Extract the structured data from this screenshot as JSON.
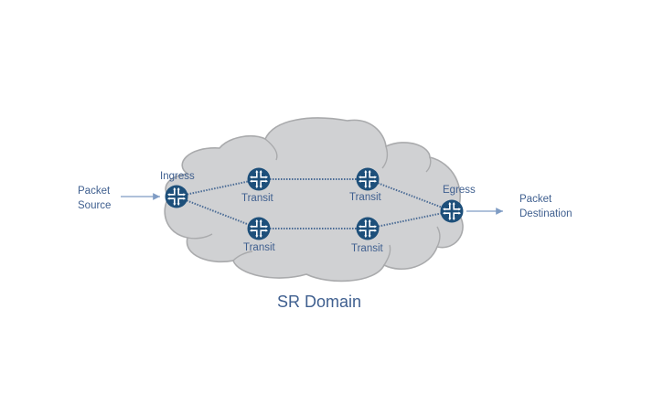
{
  "diagram": {
    "title": "SR Domain",
    "colors": {
      "router_fill": "#1d4f7a",
      "router_glyph": "#ffffff",
      "cloud_fill": "#d0d1d3",
      "cloud_stroke": "#a9aaac",
      "link": "#4a6b95",
      "arrow": "#7f9cc4",
      "text": "#3f5f8f"
    },
    "source": {
      "line1": "Packet",
      "line2": "Source"
    },
    "destination": {
      "line1": "Packet",
      "line2": "Destination"
    },
    "nodes": [
      {
        "id": "ingress",
        "label": "Ingress",
        "role": "ingress",
        "icon": "router-icon"
      },
      {
        "id": "transit-1",
        "label": "Transit",
        "role": "transit",
        "icon": "router-icon"
      },
      {
        "id": "transit-2",
        "label": "Transit",
        "role": "transit",
        "icon": "router-icon"
      },
      {
        "id": "transit-3",
        "label": "Transit",
        "role": "transit",
        "icon": "router-icon"
      },
      {
        "id": "transit-4",
        "label": "Transit",
        "role": "transit",
        "icon": "router-icon"
      },
      {
        "id": "egress",
        "label": "Egress",
        "role": "egress",
        "icon": "router-icon"
      }
    ],
    "links": [
      {
        "from": "ingress",
        "to": "transit-1",
        "style": "dotted"
      },
      {
        "from": "transit-1",
        "to": "transit-2",
        "style": "dotted"
      },
      {
        "from": "transit-2",
        "to": "egress",
        "style": "dotted"
      },
      {
        "from": "ingress",
        "to": "transit-3",
        "style": "dotted"
      },
      {
        "from": "transit-3",
        "to": "transit-4",
        "style": "dotted"
      },
      {
        "from": "transit-4",
        "to": "egress",
        "style": "dotted"
      }
    ],
    "flows": [
      {
        "from": "source",
        "to": "ingress",
        "style": "arrow"
      },
      {
        "from": "egress",
        "to": "destination",
        "style": "arrow"
      }
    ]
  }
}
